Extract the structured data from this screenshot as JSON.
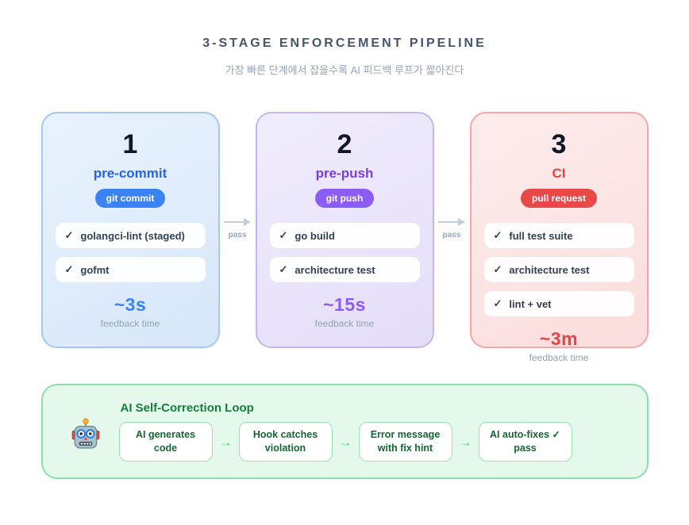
{
  "header": {
    "title": "3-STAGE ENFORCEMENT PIPELINE",
    "subtitle": "가장 빠른 단계에서 잡을수록 AI 피드백 루프가 짧아진다"
  },
  "check_glyph": "✓",
  "connector": {
    "label": "pass",
    "arrow_color": "#c5cdd8",
    "label_color": "#9aa7b8"
  },
  "stages": [
    {
      "number": "1",
      "name": "pre-commit",
      "trigger": "git commit",
      "checks": [
        "golangci-lint (staged)",
        "gofmt"
      ],
      "time": "~3s",
      "time_label": "feedback time",
      "colors": {
        "accent": "#2563eb",
        "pill": "#3b82f6",
        "time": "#3b82f6",
        "border": "#a5c7f0",
        "bg_start": "#e9f2fd",
        "bg_end": "#d6e7fa"
      }
    },
    {
      "number": "2",
      "name": "pre-push",
      "trigger": "git push",
      "checks": [
        "go build",
        "architecture test"
      ],
      "time": "~15s",
      "time_label": "feedback time",
      "colors": {
        "accent": "#7c3aed",
        "pill": "#8b5cf6",
        "time": "#8b5cf6",
        "border": "#c6b6f0",
        "bg_start": "#f0edfc",
        "bg_end": "#e4ddf9"
      }
    },
    {
      "number": "3",
      "name": "CI",
      "trigger": "pull request",
      "checks": [
        "full test suite",
        "architecture test",
        "lint + vet"
      ],
      "time": "~3m",
      "time_label": "feedback time",
      "colors": {
        "accent": "#e54545",
        "pill": "#ea4747",
        "time": "#e54545",
        "border": "#f4a8a8",
        "bg_start": "#fdecec",
        "bg_end": "#fbdddd"
      }
    }
  ],
  "loop": {
    "title": "AI Self-Correction Loop",
    "robot_icon": "robot-icon",
    "steps": [
      "AI generates code",
      "Hook catches violation",
      "Error message with fix hint",
      "AI auto-fixes ✓ pass"
    ],
    "colors": {
      "panel_border": "#8ce0aa",
      "panel_bg": "#e4f9ec",
      "title": "#15803d",
      "step_border": "#9ae3b5",
      "step_text": "#166534",
      "arrow": "#52d689"
    }
  }
}
